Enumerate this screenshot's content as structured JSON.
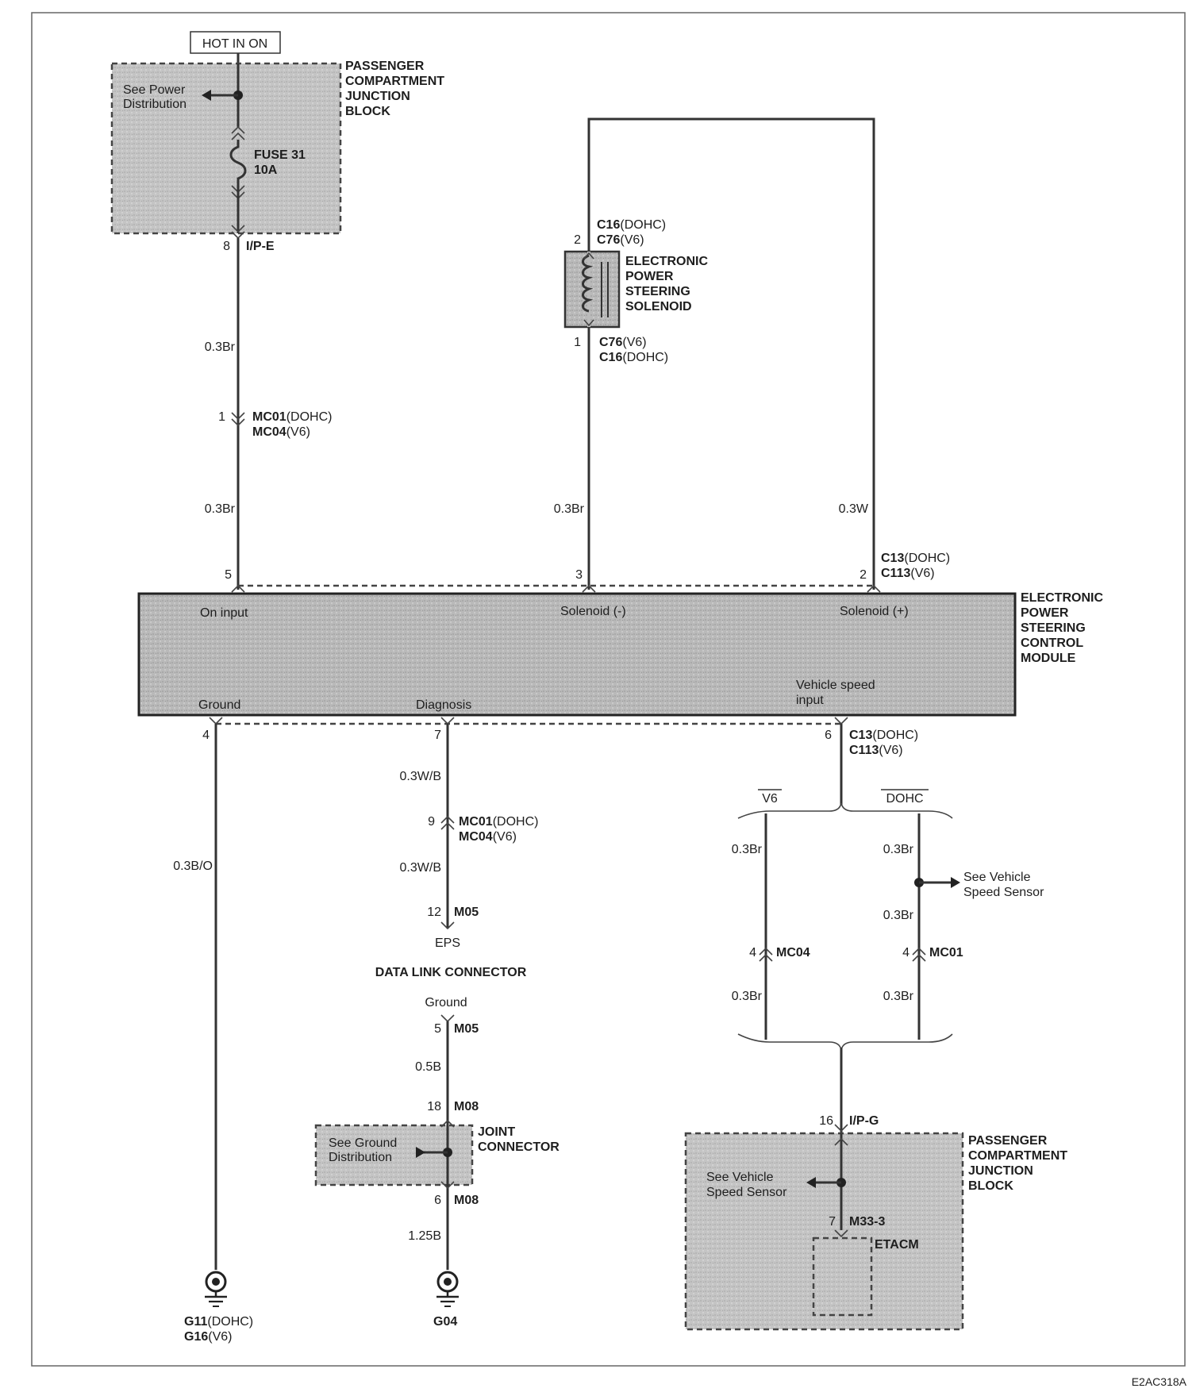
{
  "hot_label": "HOT IN ON",
  "pcjb_top": {
    "title": [
      "PASSENGER",
      "COMPARTMENT",
      "JUNCTION",
      "BLOCK"
    ],
    "see_power": [
      "See Power",
      "Distribution"
    ],
    "fuse": [
      "FUSE 31",
      "10A"
    ],
    "pin": "8",
    "connector": "I/P-E"
  },
  "wire_labels": {
    "w1": "0.3Br",
    "w2": "0.3Br",
    "w3": "0.3Br",
    "w4": "0.3W",
    "w5": "0.3W/B",
    "w6": "0.3W/B",
    "w7": "0.3B/O",
    "w8": "0.3Br",
    "w9": "0.3Br",
    "w10": "0.3Br",
    "w11": "0.3Br",
    "w12": "0.3Br",
    "w13": "0.5B",
    "w14": "1.25B"
  },
  "mc_top": {
    "pin": "1",
    "c1": "MC01",
    "c1v": "(DOHC)",
    "c2": "MC04",
    "c2v": "(V6)"
  },
  "solenoid": {
    "title": [
      "ELECTRONIC",
      "POWER",
      "STEERING",
      "SOLENOID"
    ],
    "pin_top": "2",
    "top_c1": "C16",
    "top_c1v": "(DOHC)",
    "top_c2": "C76",
    "top_c2v": "(V6)",
    "pin_bot": "1",
    "bot_c1": "C76",
    "bot_c1v": "(V6)",
    "bot_c2": "C16",
    "bot_c2v": "(DOHC)"
  },
  "module": {
    "title": [
      "ELECTRONIC",
      "POWER",
      "STEERING",
      "CONTROL",
      "MODULE"
    ],
    "on_input": "On input",
    "sol_minus": "Solenoid (-)",
    "sol_plus": "Solenoid (+)",
    "ground": "Ground",
    "diagnosis": "Diagnosis",
    "vss": [
      "Vehicle speed",
      "input"
    ],
    "pin5": "5",
    "pin3": "3",
    "pin2": "2",
    "pin4": "4",
    "pin7": "7",
    "pin6": "6",
    "conn_top_1": "C13",
    "conn_top_1v": "(DOHC)",
    "conn_top_2": "C113",
    "conn_top_2v": "(V6)",
    "conn_bot_1": "C13",
    "conn_bot_1v": "(DOHC)",
    "conn_bot_2": "C113",
    "conn_bot_2v": "(V6)"
  },
  "diag": {
    "mc_pin": "9",
    "mc1": "MC01",
    "mc1v": "(DOHC)",
    "mc2": "MC04",
    "mc2v": "(V6)",
    "m05_pin": "12",
    "m05": "M05",
    "eps": "EPS",
    "dlc": "DATA LINK CONNECTOR",
    "ground": "Ground",
    "m05b_pin": "5",
    "m05b": "M05",
    "m08_pin": "18",
    "m08": "M08",
    "joint": [
      "JOINT",
      "CONNECTOR"
    ],
    "see_ground": [
      "See Ground",
      "Distribution"
    ],
    "m08b_pin": "6",
    "m08b": "M08",
    "g04": "G04"
  },
  "ground_left": {
    "c1": "G11",
    "c1v": "(DOHC)",
    "c2": "G16",
    "c2v": "(V6)"
  },
  "vss": {
    "v6": "V6",
    "dohc": "DOHC",
    "see_vss": [
      "See Vehicle",
      "Speed Sensor"
    ],
    "mc04_pin": "4",
    "mc04": "MC04",
    "mc01_pin": "4",
    "mc01": "MC01",
    "ipg_pin": "16",
    "ipg": "I/P-G"
  },
  "pcjb_bot": {
    "title": [
      "PASSENGER",
      "COMPARTMENT",
      "JUNCTION",
      "BLOCK"
    ],
    "see_vss": [
      "See Vehicle",
      "Speed Sensor"
    ],
    "m33_pin": "7",
    "m33": "M33-3",
    "etacm": "ETACM"
  },
  "figure_id": "E2AC318A"
}
